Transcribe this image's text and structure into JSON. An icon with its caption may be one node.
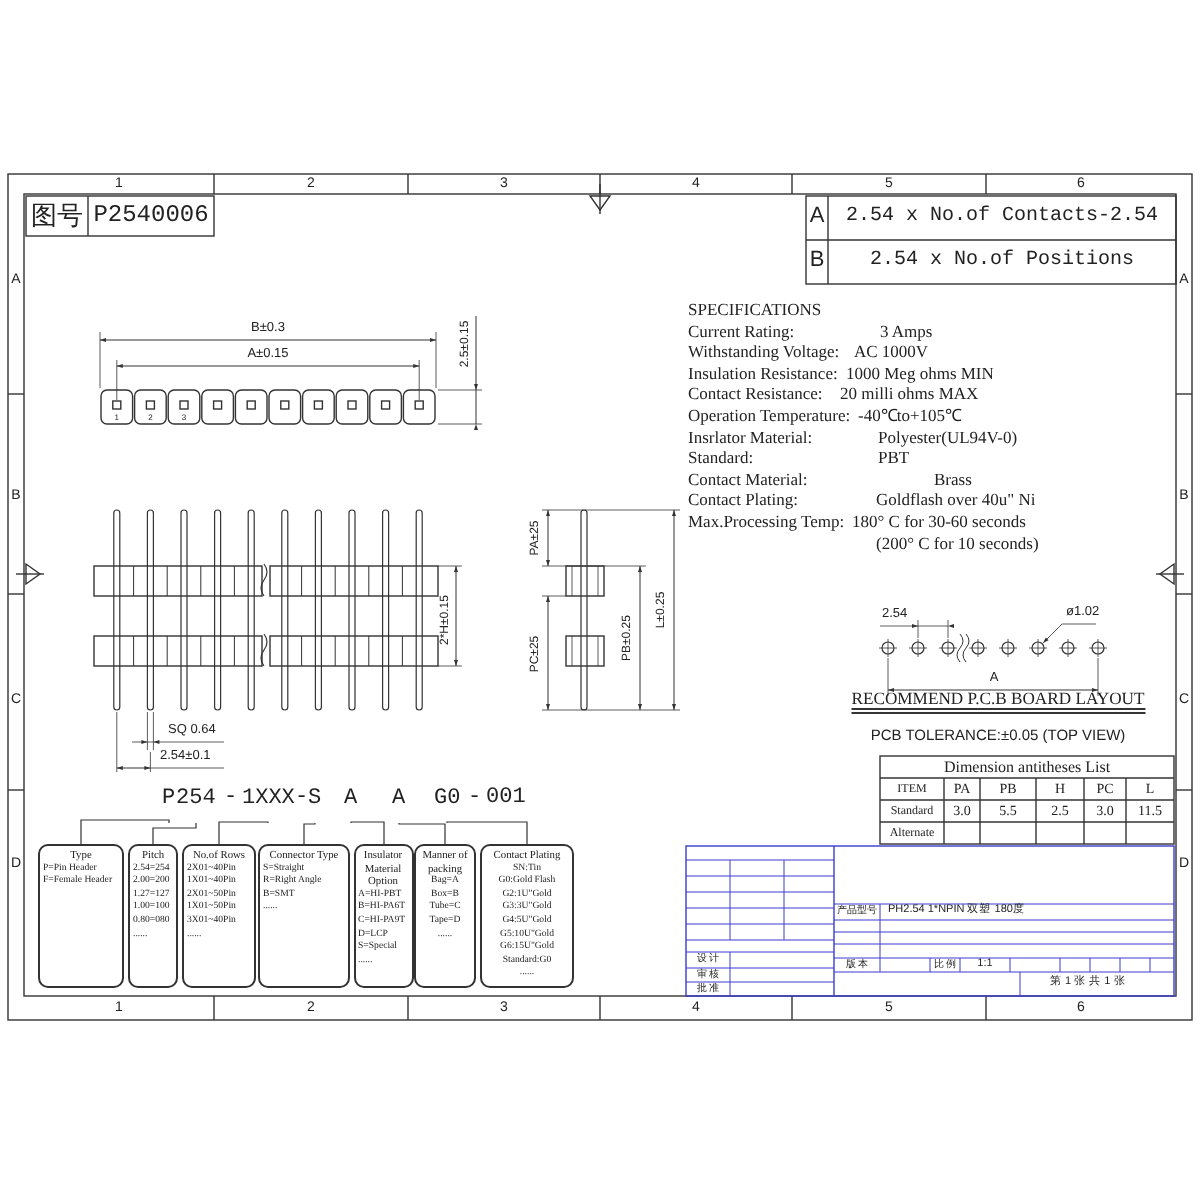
{
  "diagram": {
    "nodes": [
      {
        "text": [
          "P"
        ]
      },
      {
        "text": [
          "254"
        ]
      },
      {
        "text": [
          "1XXX"
        ]
      },
      {
        "text": [
          "S"
        ]
      },
      {
        "text": [
          "A"
        ]
      },
      {
        "text": [
          "A"
        ]
      },
      {
        "text": [
          "G0"
        ]
      },
      {
        "text": [
          "Type",
          "P=Pin Header",
          "F=Female Header"
        ]
      },
      {
        "text": [
          "Pitch",
          "2.54=254",
          "2.00=200",
          "1.27=127",
          "1.00=100",
          "0.80=080",
          "......"
        ]
      },
      {
        "text": [
          "No.of Rows",
          "2X01~40Pin",
          "1X01~40Pin",
          "2X01~50Pin",
          "1X01~50Pin",
          "3X01~40Pin",
          "......"
        ]
      },
      {
        "text": [
          "Connector Type",
          "S=Straight",
          "R=Right Angle",
          "B=SMT",
          "......"
        ]
      },
      {
        "text": [
          "Insulator Material Option",
          "A=HI-PBT",
          "B=HI-PA6T",
          "C=HI-PA9T",
          "D=LCP",
          "S=Special",
          "......"
        ]
      },
      {
        "text": [
          "Manner of packing",
          "Bag=A",
          "Box=B",
          "Tube=C",
          "Tape=D",
          "......"
        ]
      },
      {
        "text": [
          "Contact Plating",
          "SN:Tin",
          "G0:Gold Flash",
          "G2:1U\"Gold",
          "G3:3U\"Gold",
          "G4:5U\"Gold",
          "G5:10U\"Gold",
          "G6:15U\"Gold",
          "Standard:G0",
          "......"
        ]
      }
    ],
    "edges": [
      {
        "from": 0,
        "to": 7,
        "arrow": "none"
      },
      {
        "from": 1,
        "to": 8,
        "arrow": "none"
      },
      {
        "from": 2,
        "to": 9,
        "arrow": "none"
      },
      {
        "from": 3,
        "to": 10,
        "arrow": "none"
      },
      {
        "from": 4,
        "to": 11,
        "arrow": "none"
      },
      {
        "from": 5,
        "to": 12,
        "arrow": "none"
      },
      {
        "from": 6,
        "to": 13,
        "arrow": "none"
      }
    ],
    "labels": [
      "1",
      "2",
      "3",
      "4",
      "5",
      "6",
      "A",
      "B",
      "C",
      "D",
      "A",
      "B",
      "C",
      "D",
      "图号",
      "P2540006",
      "A",
      "2.54 x No.of Contacts-2.54",
      "B",
      "2.54 x No.of Positions",
      "SPECIFICATIONS",
      "Current Rating:",
      "3 Amps",
      "Withstanding Voltage:",
      "AC 1000V",
      "Insulation Resistance:",
      "1000 Meg ohms MIN",
      "Contact Resistance:",
      "20 milli ohms MAX",
      "Operation Temperature:",
      "-40℃to+105℃",
      "Insrlator Material:",
      "Polyester(UL94V-0)",
      "Standard:",
      "PBT",
      "Contact Material:",
      "Brass",
      "Contact Plating:",
      "Goldflash over 40u\" Ni",
      "Max.Processing Temp:",
      "180° C for 30-60 seconds",
      "(200° C for 10 seconds)",
      "B±0.3",
      "A±0.15",
      "2.5±0.15",
      "1",
      "2",
      "3",
      "2*H±0.15",
      "SQ 0.64",
      "2.54±0.1",
      "PA±25",
      "PB±0.25",
      "L±0.25",
      "PC±25",
      "2.54",
      "ø1.02",
      "A",
      "RECOMMEND P.C.B BOARD LAYOUT",
      "PCB TOLERANCE:±0.05 (TOP VIEW)",
      "Dimension antitheses List",
      "ITEM",
      "PA",
      "PB",
      "H",
      "PC",
      "L",
      "Standard",
      "3.0",
      "5.5",
      "2.5",
      "3.0",
      "11.5",
      "Alternate",
      "-",
      "-",
      "-",
      "001",
      "设 计",
      "审 核",
      "批 准",
      "产品型号",
      "PH2.54 1*NPIN 双塑 180度",
      "版 本",
      "比 例",
      "1:1",
      "第 1 张 共 1 张",
      "1",
      "2",
      "3",
      "4",
      "5",
      "6"
    ]
  }
}
